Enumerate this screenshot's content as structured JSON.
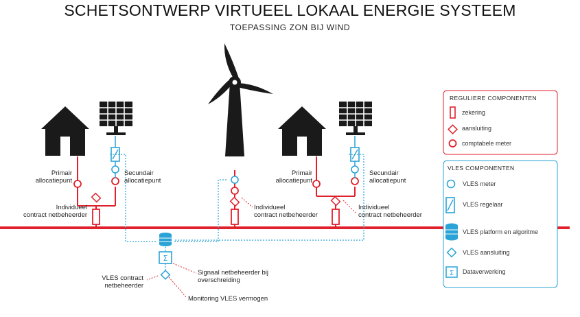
{
  "title": "SCHETSONTWERP VIRTUEEL LOKAAL ENERGIE SYSTEEM",
  "subtitle": "TOEPASSING ZON BIJ WIND",
  "colors": {
    "red": "#e0202a",
    "blue": "#2aa3d6",
    "dark": "#1a1a1a"
  },
  "labels": {
    "primary_left": [
      "Primair",
      "allocatiepunt"
    ],
    "secondary_left": [
      "Secundair",
      "allocatiepunt"
    ],
    "individual_left": [
      "Individueel",
      "contract netbeheerder"
    ],
    "primary_right": [
      "Primair",
      "allocatiepunt"
    ],
    "secondary_right": [
      "Secundair",
      "allocatiepunt"
    ],
    "individual_middle": [
      "Individueel",
      "contract netbeheerder"
    ],
    "individual_right": [
      "Individueel",
      "contract netbeheerder"
    ],
    "signal": [
      "Signaal netbeheerder bij",
      "overschreiding"
    ],
    "vles_contract": [
      "VLES contract",
      "netbeheerder"
    ],
    "monitoring": "Monitoring VLES vermogen"
  },
  "legend_regular": {
    "heading": "REGULIERE COMPONENTEN",
    "items": [
      {
        "icon": "fuse-icon",
        "label": "zekering"
      },
      {
        "icon": "connection-diamond-icon",
        "label": "aansluiting"
      },
      {
        "icon": "meter-circle-icon",
        "label": "comptabele meter"
      }
    ]
  },
  "legend_vles": {
    "heading": "VLES COMPONENTEN",
    "items": [
      {
        "icon": "vles-meter-icon",
        "label": "VLES meter"
      },
      {
        "icon": "vles-regulator-icon",
        "label": "VLES regelaar"
      },
      {
        "icon": "database-icon",
        "label": "VLES platform en algoritme"
      },
      {
        "icon": "vles-connection-icon",
        "label": "VLES aansluiting"
      },
      {
        "icon": "sigma-icon",
        "label": "Dataverwerking"
      }
    ]
  }
}
